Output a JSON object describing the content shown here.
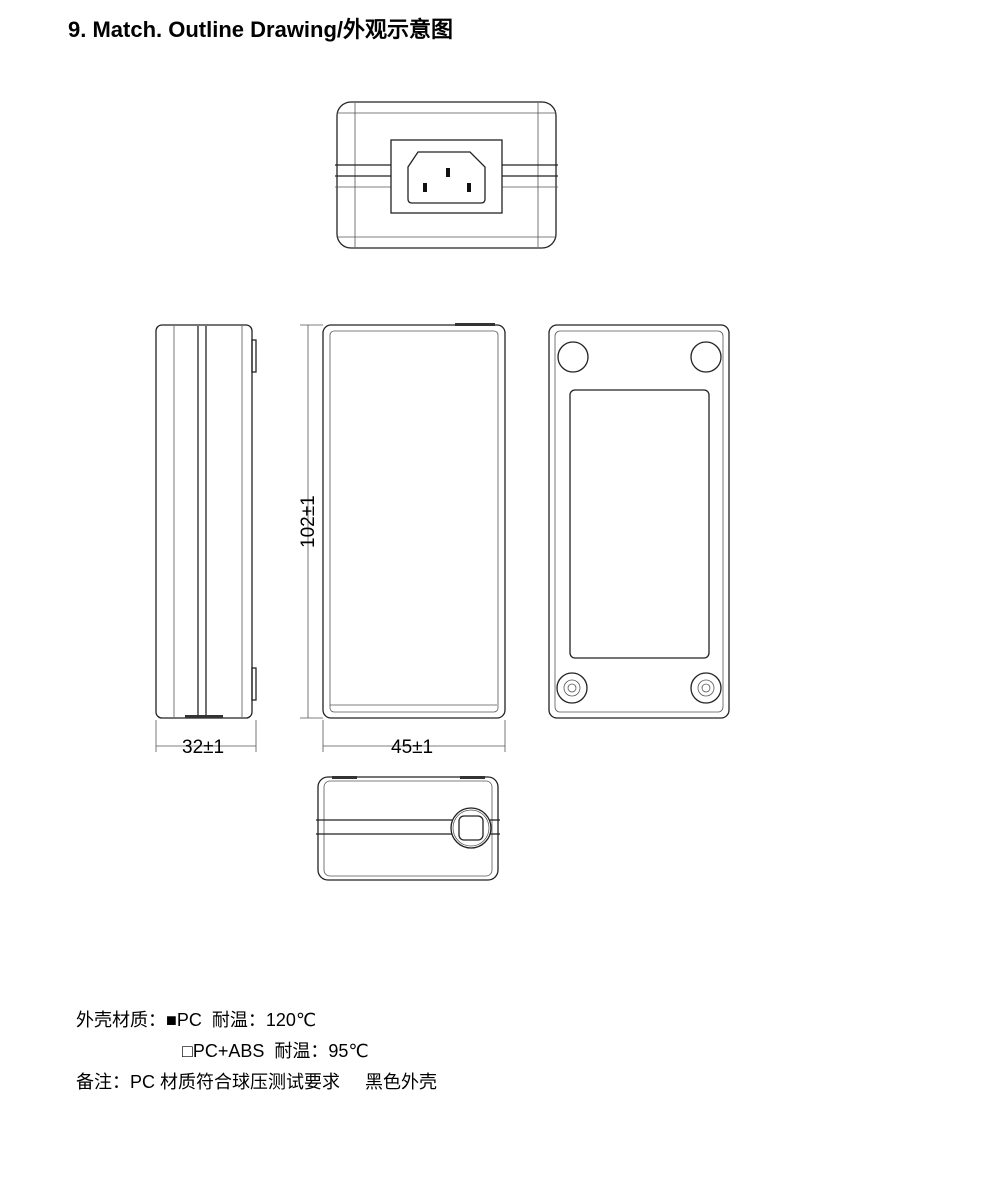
{
  "title": "9.  Match. Outline Drawing/外观示意图",
  "dimensions": {
    "depth": "32±1",
    "width": "45±1",
    "length": "102±1"
  },
  "notes": {
    "line1": "外壳材质：■PC  耐温：120℃",
    "line2": "□PC+ABS  耐温：95℃",
    "line3": "备注：PC 材质符合球压测试要求     黑色外壳"
  }
}
